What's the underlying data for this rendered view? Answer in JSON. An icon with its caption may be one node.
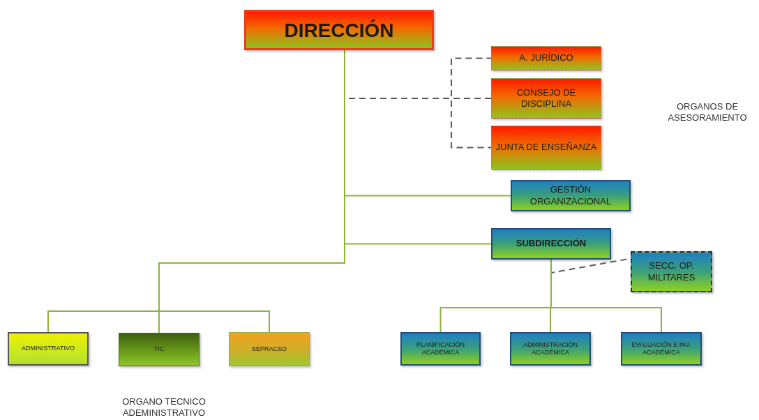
{
  "diagram": {
    "nodes": [
      {
        "text": [
          "DIRECCIÓN"
        ]
      },
      {
        "text": [
          "A. JURÍDICO"
        ]
      },
      {
        "text": [
          "CONSEJO DE DISCIPLINA"
        ]
      },
      {
        "text": [
          "JUNTA DE ENSEÑANZA"
        ]
      },
      {
        "text": [
          "GESTIÓN ORGANIZACIONAL"
        ]
      },
      {
        "text": [
          "SUBDIRECCIÓN"
        ]
      },
      {
        "text": [
          "SECC. OP. MILITARES"
        ]
      },
      {
        "text": [
          "ADMINISTRATIVO"
        ]
      },
      {
        "text": [
          "TIC"
        ]
      },
      {
        "text": [
          "SEPRACSO"
        ]
      },
      {
        "text": [
          "PLANIFICACIÓN ACADÉMICA"
        ]
      },
      {
        "text": [
          "ADMINISTRACIÓN ACADÉMICA"
        ]
      },
      {
        "text": [
          "EVALUACIÓN E INV. ACADÉMICA"
        ]
      }
    ],
    "edges": [
      {
        "from": 0,
        "to": 1,
        "arrow": "none",
        "style": "dashed",
        "color": "#5a5a5a"
      },
      {
        "from": 0,
        "to": 2,
        "arrow": "none",
        "style": "dashed",
        "color": "#5a5a5a"
      },
      {
        "from": 0,
        "to": 3,
        "arrow": "none",
        "style": "dashed",
        "color": "#5a5a5a"
      },
      {
        "from": 0,
        "to": 4,
        "arrow": "none"
      },
      {
        "from": 0,
        "to": 5,
        "arrow": "none"
      },
      {
        "from": 0,
        "to": 7,
        "arrow": "none"
      },
      {
        "from": 0,
        "to": 8,
        "arrow": "none"
      },
      {
        "from": 0,
        "to": 9,
        "arrow": "none"
      },
      {
        "from": 5,
        "to": 6,
        "arrow": "none",
        "style": "dashed",
        "color": "#5a5a5a"
      },
      {
        "from": 5,
        "to": 10,
        "arrow": "none"
      },
      {
        "from": 5,
        "to": 11,
        "arrow": "none"
      },
      {
        "from": 5,
        "to": 12,
        "arrow": "none"
      }
    ],
    "labels": [
      "ORGANOS DE ASESORAMIENTO",
      "ORGANO TECNICO ADEMINISTRATIVO"
    ]
  }
}
